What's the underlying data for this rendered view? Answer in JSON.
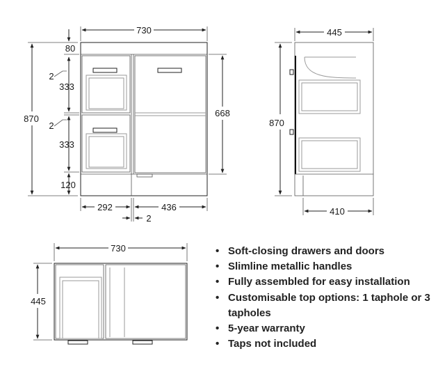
{
  "front_view": {
    "width": "730",
    "height": "870",
    "top_rail": "80",
    "gap_upper": "2",
    "drawer_upper": "333",
    "gap_lower": "2",
    "drawer_lower": "333",
    "plinth": "120",
    "door_height": "668",
    "drawer_width": "292",
    "door_width": "436",
    "division_gap": "2"
  },
  "side_view": {
    "depth": "445",
    "height": "870",
    "base_depth": "410"
  },
  "top_view": {
    "width": "730",
    "depth": "445"
  },
  "features": [
    "Soft-closing drawers and doors",
    "Slimline metallic handles",
    "Fully assembled for easy installation",
    "Customisable top options: 1 taphole or 3 tapholes",
    "5-year warranty",
    "Taps not included"
  ]
}
